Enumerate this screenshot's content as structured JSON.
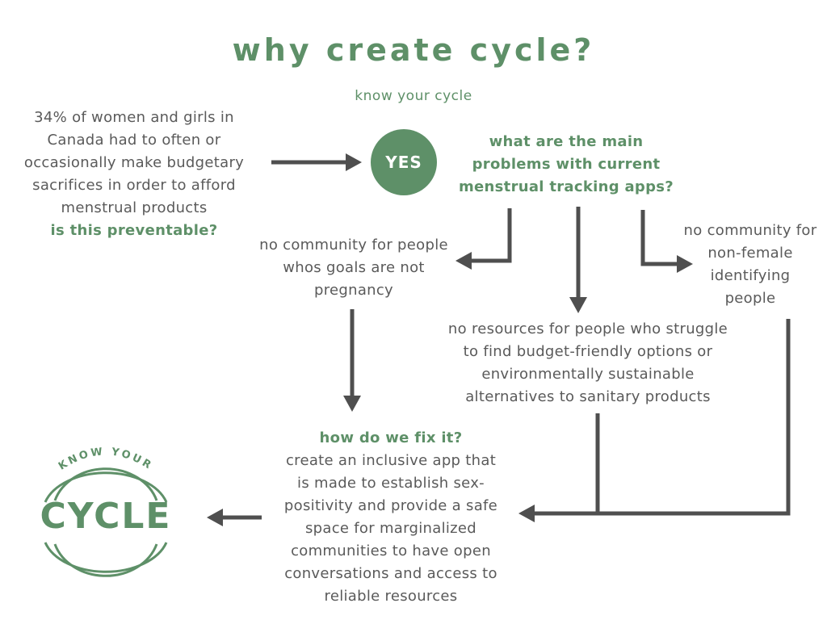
{
  "title": "why create cycle?",
  "subtitle": "know your cycle",
  "stat": {
    "lines": [
      "34% of women and girls in",
      "Canada had to often or",
      "occasionally make budgetary",
      "sacrifices in order to afford",
      "menstrual products"
    ],
    "question": "is this preventable?"
  },
  "yes_label": "YES",
  "main_question": {
    "lines": [
      "what are the main",
      "problems with current",
      "menstrual tracking apps?"
    ]
  },
  "issues": {
    "left": [
      "no community for people",
      "whos goals are not",
      "pregnancy"
    ],
    "right": [
      "no community for",
      "non-female",
      "identifying",
      "people"
    ],
    "middle": [
      "no resources for people who struggle",
      "to find budget-friendly options or",
      "environmentally sustainable",
      "alternatives to sanitary products"
    ]
  },
  "solution": {
    "heading": "how do we fix it?",
    "lines": [
      "create an inclusive app that",
      "is made to establish sex-",
      "positivity and provide a safe",
      "space for marginalized",
      "communities to have open",
      "conversations and access to",
      "reliable resources"
    ]
  },
  "logo": {
    "arc_text": "KNOW YOUR",
    "word": "CYCLE"
  },
  "colors": {
    "accent": "#5e9068",
    "text": "#5a5a5a",
    "arrow": "#4f4f4f",
    "background": "#ffffff"
  }
}
